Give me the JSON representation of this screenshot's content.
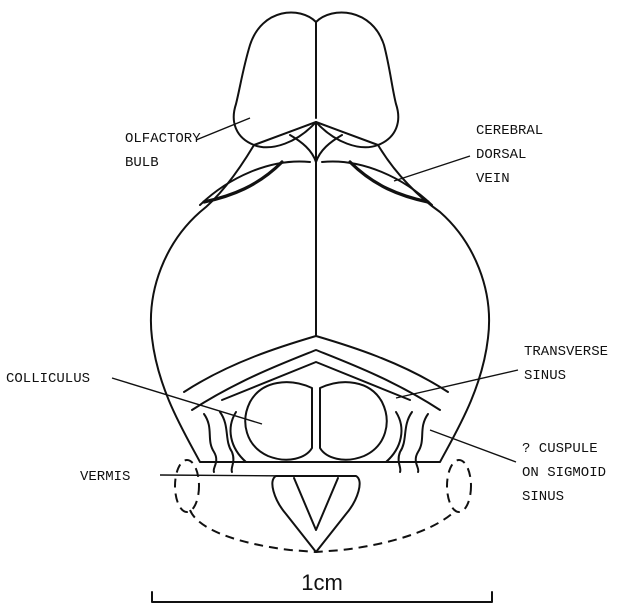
{
  "labels": {
    "olfactory": [
      "OLFACTORY",
      "BULB"
    ],
    "cerebral": [
      "CEREBRAL",
      "DORSAL",
      "VEIN"
    ],
    "colliculus": "COLLICULUS",
    "transverse": [
      "TRANSVERSE",
      "SINUS"
    ],
    "cuspule": [
      "? CUSPULE",
      "ON SIGMOID",
      "SINUS"
    ],
    "vermis": "VERMIS"
  },
  "scale_bar": {
    "label": "1cm"
  }
}
